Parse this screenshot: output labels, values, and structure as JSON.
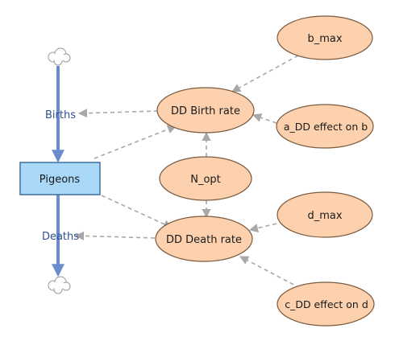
{
  "diagram": {
    "stock": {
      "label": "Pigeons",
      "fill": "#a9d8f8",
      "stroke": "#3f6f9f"
    },
    "flows": {
      "inflow_label": "Births",
      "outflow_label": "Deaths",
      "color": "#6b8ccc",
      "label_color": "#2f4f8f"
    },
    "auxiliaries": {
      "birth_rate": "DD Birth rate",
      "death_rate": "DD Death rate",
      "n_opt": "N_opt",
      "b_max": "b_max",
      "a_dd": "a_DD effect on b",
      "d_max": "d_max",
      "c_dd": "c_DD effect on d"
    },
    "colors": {
      "aux_fill": "#fdd1ad",
      "aux_stroke": "#7a5a3e",
      "link": "#a8a8a8",
      "cloud_stroke": "#999999"
    }
  }
}
